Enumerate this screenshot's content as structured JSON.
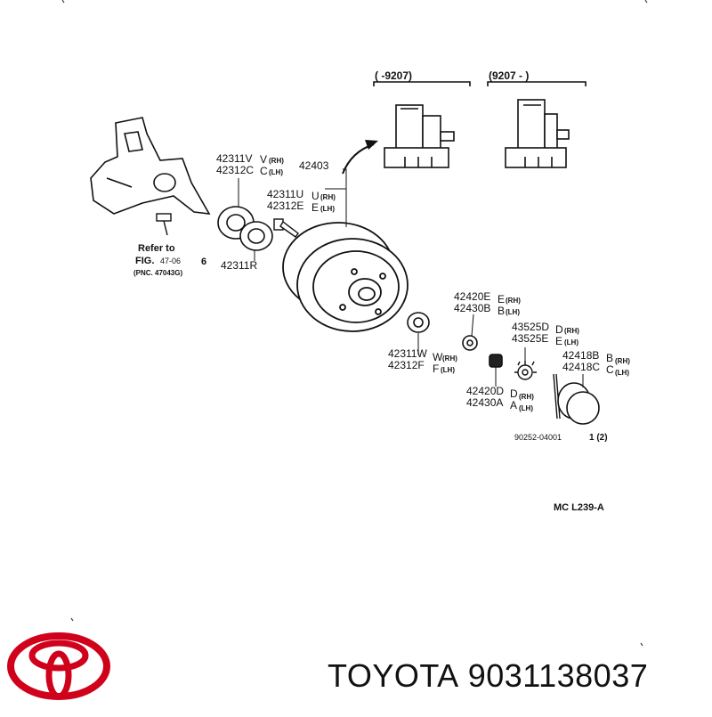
{
  "ranges": {
    "left": "(        -9207)",
    "right": "(9207 -        )"
  },
  "parts": {
    "p42311V": "42311V",
    "p42312C": "42312C",
    "v_rh_a": "V",
    "v_rh_b": "(RH)",
    "c_lh_a": "C",
    "c_lh_b": "(LH)",
    "p42403": "42403",
    "p42311U": "42311U",
    "p42312E": "42312E",
    "u_rh_a": "U",
    "u_rh_b": "(RH)",
    "e_lh_a": "E",
    "e_lh_b": "(LH)",
    "p42311R": "42311R",
    "p42420E": "42420E",
    "p42430B": "42430B",
    "e_rh2_a": "E",
    "e_rh2_b": "(RH)",
    "b_lh2_a": "B",
    "b_lh2_b": "(LH)",
    "p43525D": "43525D",
    "p43525E": "43525E",
    "d_rh3_a": "D",
    "d_rh3_b": "(RH)",
    "e_lh3_a": "E",
    "e_lh3_b": "(LH)",
    "p42311W": "42311W",
    "p42312F": "42312F",
    "w_rh_a": "W",
    "w_rh_b": "(RH)",
    "f_lh_a": "F",
    "f_lh_b": "(LH)",
    "p42418B": "42418B",
    "p42418C": "42418C",
    "b_rh4_a": "B",
    "b_rh4_b": "(RH)",
    "c_lh4_a": "C",
    "c_lh4_b": "(LH)",
    "p42420D": "42420D",
    "p42430A": "42430A",
    "d_rh5_a": "D",
    "d_rh5_b": "(RH)",
    "a_lh5_a": "A",
    "a_lh5_b": "(LH)",
    "p90252": "90252-04001",
    "qty": "1  (2)"
  },
  "refer": {
    "line1": "Refer to",
    "line2": "FIG.",
    "fig_num": "47-06",
    "fig_qty": "6",
    "line3": "(PNC. 47043G)"
  },
  "diagram_code": "MC L239-A",
  "brand": {
    "name": "TOYOTA",
    "part_number": "9031138037",
    "logo_color": "#d0021b"
  }
}
